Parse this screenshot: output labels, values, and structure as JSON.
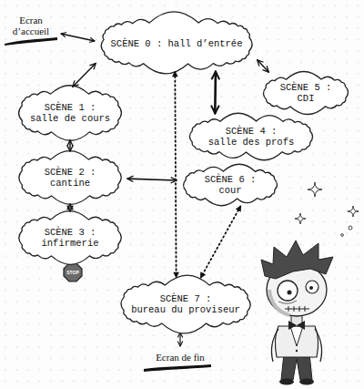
{
  "diagram": {
    "nodes": [
      {
        "text": [
          "SCÈNE 0 : hall d’entrée"
        ]
      },
      {
        "text": [
          "SCÈNE 1 :",
          "salle de cours"
        ]
      },
      {
        "text": [
          "SCÈNE 2 :",
          "cantine"
        ]
      },
      {
        "text": [
          "SCÈNE 3 :",
          "infirmerie"
        ]
      },
      {
        "text": [
          "SCÈNE 4 :",
          "salle des profs"
        ]
      },
      {
        "text": [
          "SCÈNE 5 :",
          "CDI"
        ]
      },
      {
        "text": [
          "SCÈNE 6 :",
          "cour"
        ]
      },
      {
        "text": [
          "SCÈNE 7 :",
          "bureau du proviseur"
        ]
      }
    ],
    "edges": [
      {
        "from": 0,
        "to": 1,
        "arrow": "both"
      },
      {
        "from": 0,
        "to": 5,
        "arrow": "both"
      },
      {
        "from": 0,
        "to": 4,
        "arrow": "both"
      },
      {
        "from": 1,
        "to": 2,
        "arrow": "both"
      },
      {
        "from": 2,
        "to": 3,
        "arrow": "both"
      },
      {
        "from": 2,
        "to": 6,
        "arrow": "both"
      },
      {
        "from": 0,
        "to": 7,
        "arrow": "both"
      },
      {
        "from": 6,
        "to": 7,
        "arrow": "both"
      }
    ],
    "labels": [
      "Ecran d’accueil",
      "STOP",
      "Ecran de fin"
    ]
  }
}
